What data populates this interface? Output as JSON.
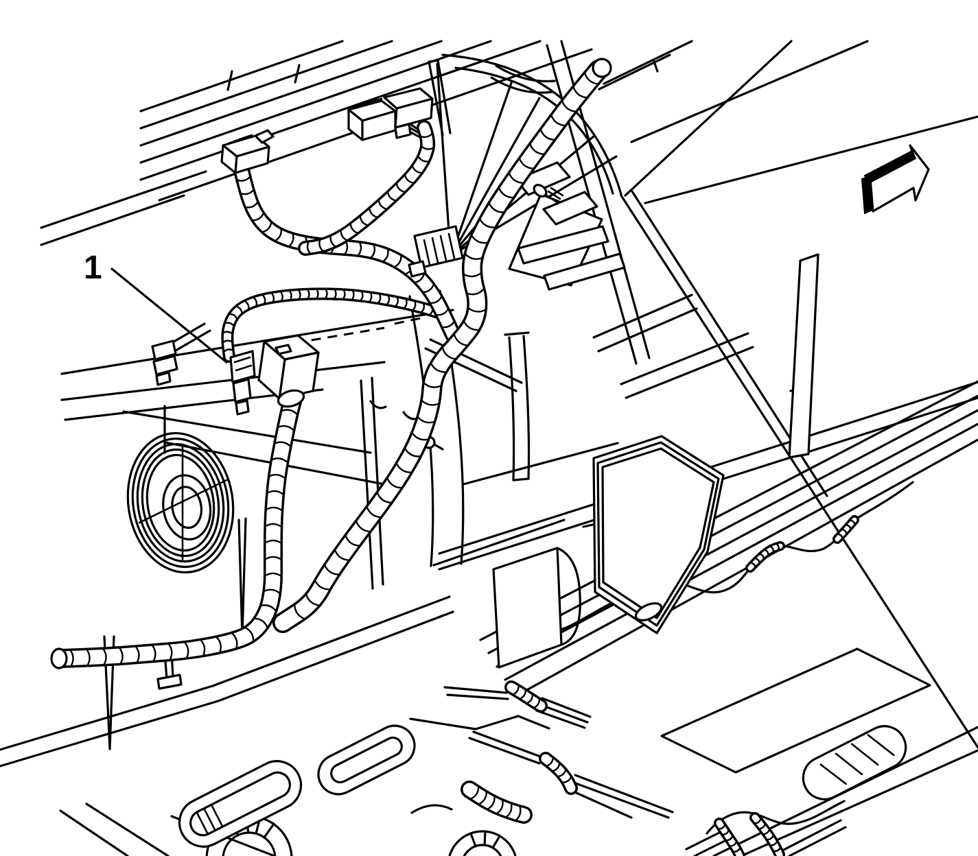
{
  "figure": {
    "type": "technical illustration (line art)",
    "subject": "Vehicle interior floor pan, door sill and instrument-panel area with wiring harness routing",
    "style": "black outline drawing on white background",
    "background_color": "#ffffff",
    "line_color": "#000000"
  },
  "callouts": [
    {
      "label": "1",
      "target": "harness connector / relay module on instrument panel wiring harness"
    }
  ],
  "icons": [
    {
      "name": "direction-arrow-icon",
      "style": "3D block arrow pointing to upper right"
    }
  ]
}
